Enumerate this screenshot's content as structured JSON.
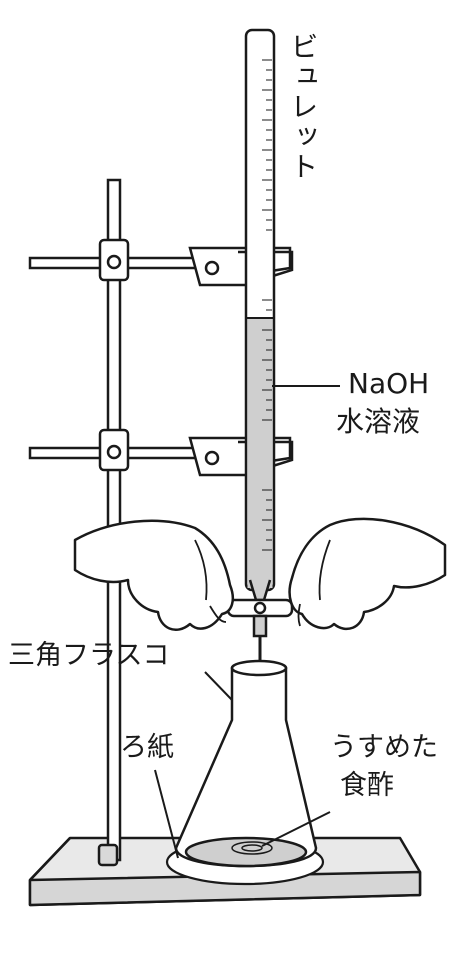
{
  "labels": {
    "burette": "ビュレット",
    "naoh_line1": "NaOH",
    "naoh_line2": "水溶液",
    "flask": "三角フラスコ",
    "filter_paper": "ろ紙",
    "vinegar_line1": "うすめた",
    "vinegar_line2": "食酢"
  },
  "colors": {
    "ink": "#1a1a1a",
    "paper": "#ffffff",
    "liquid": "#cfcfcf",
    "base": "#e9e9e9"
  }
}
